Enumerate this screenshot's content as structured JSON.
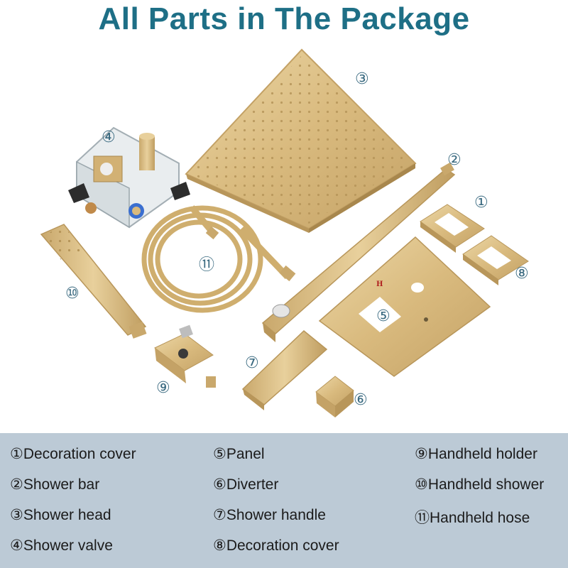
{
  "title": "All Parts in The Package",
  "callouts": {
    "c1": "①",
    "c2": "②",
    "c3": "③",
    "c4": "④",
    "c5": "⑤",
    "c6": "⑥",
    "c7": "⑦",
    "c8": "⑧",
    "c9": "⑨",
    "c10": "⑩",
    "c11": "⑪"
  },
  "panel_mark": "H",
  "legend": {
    "items": [
      "①Decoration cover",
      "②Shower bar",
      "③Shower head",
      "④Shower valve",
      "⑤Panel",
      "⑥Diverter",
      "⑦Shower handle",
      "⑧Decoration cover",
      "⑨Handheld holder",
      "⑩Handheld shower",
      "⑪Handheld hose"
    ]
  },
  "colors": {
    "title": "#1e6f86",
    "gold": "#d8b878",
    "gold_dark": "#b8965a",
    "legend_bg": "#bccad6"
  }
}
